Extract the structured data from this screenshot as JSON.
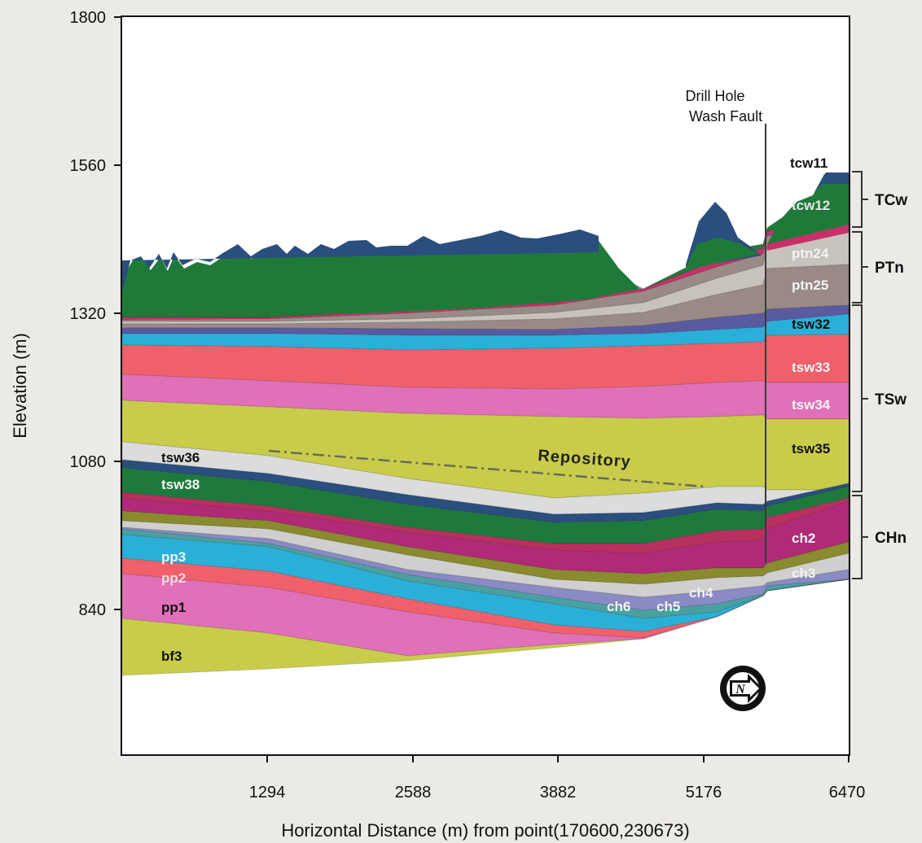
{
  "chart_data": {
    "type": "geologic-cross-section",
    "ylabel": "Elevation (m)",
    "xlabel": "Horizontal Distance (m) from point(170600,230673)",
    "xlim": [
      0,
      6470
    ],
    "ylim": [
      600,
      1800
    ],
    "x_ticks": [
      "1294",
      "2588",
      "3882",
      "5176",
      "6470"
    ],
    "y_ticks": [
      "1800",
      "1560",
      "1320",
      "1080",
      "840"
    ],
    "annotation": {
      "line1": "Drill Hole",
      "line2": "Wash Fault",
      "x": 5700
    },
    "repository_label": "Repository",
    "unit_labels": {
      "tcw11": "tcw11",
      "tcw12": "tcw12",
      "ptn24": "ptn24",
      "ptn25": "ptn25",
      "tsw32": "tsw32",
      "tsw33": "tsw33",
      "tsw34": "tsw34",
      "tsw35": "tsw35",
      "tsw36": "tsw36",
      "tsw38": "tsw38",
      "ch2": "ch2",
      "ch3": "ch3",
      "ch4": "ch4",
      "ch5": "ch5",
      "ch6": "ch6",
      "pp3": "pp3",
      "pp2": "pp2",
      "pp1": "pp1",
      "bf3": "bf3"
    },
    "groups": {
      "TCw": "TCw",
      "PTn": "PTn",
      "TSw": "TSw",
      "CHn": "CHn"
    },
    "colors": {
      "tcw11": "#2a4e7e",
      "tcw12": "#1f7a3a",
      "tcw13": "#c8306a",
      "ptn": "#9a8a86",
      "ptn_light": "#c8c2bc",
      "tsw31": "#5a5aa0",
      "tsw32": "#2ab0d8",
      "tsw33": "#f0606a",
      "tsw34": "#e070b8",
      "tsw35": "#c9cc4a",
      "tsw36": "#dcdcdc",
      "tsw37": "#2a4e7e",
      "tsw38": "#1e7a3c",
      "tsw39": "#b83060",
      "ch2": "#b02a78",
      "ch3": "#8a8a2e",
      "ch4": "#cfcfcf",
      "ch5": "#8a8ac4",
      "ch6": "#4aa0a0",
      "pp3": "#2ab0d8",
      "pp2": "#f0606a",
      "pp1": "#e070b8",
      "bf3": "#c9cc4a"
    }
  }
}
